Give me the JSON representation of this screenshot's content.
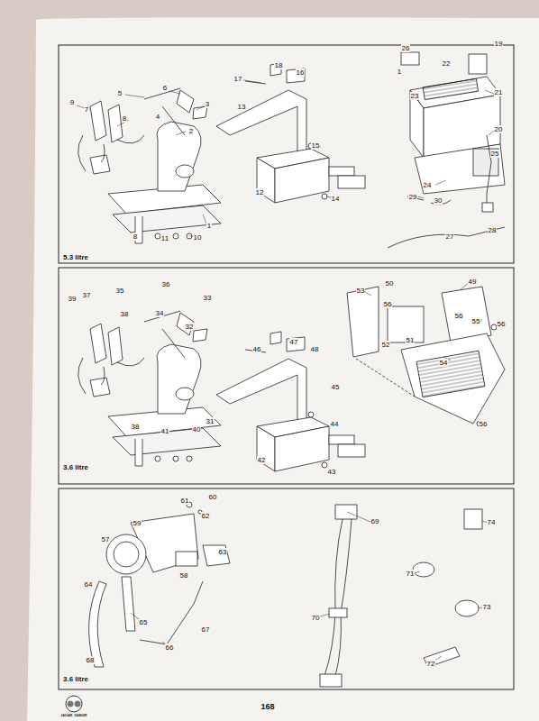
{
  "diagram": {
    "labels": [
      "9",
      "7",
      "8",
      "5",
      "6",
      "4",
      "3",
      "2",
      "1",
      "8",
      "11",
      "10",
      "17",
      "18",
      "16",
      "13",
      "15",
      "12",
      "14",
      "26",
      "1",
      "19",
      "22",
      "23",
      "21",
      "20",
      "25",
      "24",
      "29",
      "30",
      "27",
      "28",
      "5.3 litre",
      "39",
      "37",
      "38",
      "35",
      "36",
      "34",
      "33",
      "32",
      "31",
      "38",
      "41",
      "40",
      "46",
      "47",
      "48",
      "45",
      "44",
      "42",
      "43",
      "53",
      "50",
      "49",
      "56",
      "56",
      "52",
      "51",
      "55",
      "56",
      "54",
      "56",
      "3.6 litre",
      "61",
      "60",
      "59",
      "62",
      "57",
      "63",
      "58",
      "64",
      "65",
      "66",
      "67",
      "68",
      "69",
      "70",
      "74",
      "71",
      "73",
      "72",
      "3.6 litre",
      "168",
      "JAGUAR · DAIMLER"
    ]
  }
}
